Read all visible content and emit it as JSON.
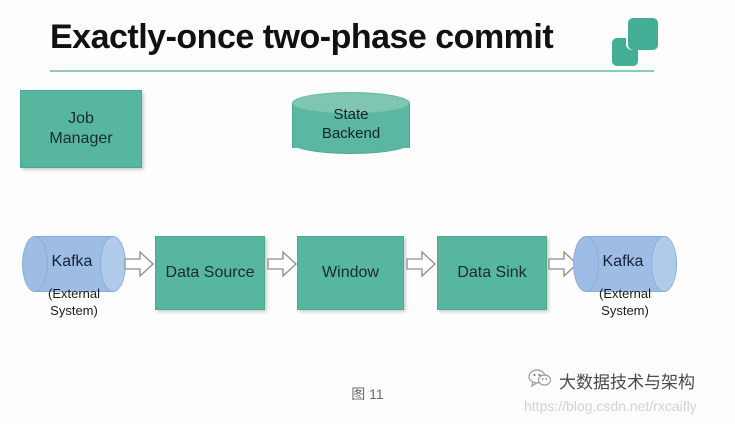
{
  "slide": {
    "title": "Exactly-once two-phase commit",
    "caption": "图 11"
  },
  "logo": {
    "name": "flink-logo",
    "color": "#43ad95"
  },
  "diagram": {
    "job_manager": {
      "label": "Job\nManager",
      "line1": "Job",
      "line2": "Manager",
      "color": "#57b79e"
    },
    "state_backend": {
      "line1": "State",
      "line2": "Backend",
      "color": "#5bb7a2",
      "top_color": "#7fc5b2"
    },
    "pipeline": [
      {
        "id": "kafka-left",
        "type": "cylinder",
        "label": "Kafka",
        "sublabel_line1": "(External",
        "sublabel_line2": "System)",
        "color": "#9dbde4"
      },
      {
        "id": "data-source",
        "type": "box",
        "label": "Data Source",
        "color": "#57b79e"
      },
      {
        "id": "window",
        "type": "box",
        "label": "Window",
        "color": "#57b79e"
      },
      {
        "id": "data-sink",
        "type": "box",
        "label": "Data Sink",
        "color": "#57b79e"
      },
      {
        "id": "kafka-right",
        "type": "cylinder",
        "label": "Kafka",
        "sublabel_line1": "(External",
        "sublabel_line2": "System)",
        "color": "#9dbde4"
      }
    ],
    "arrows": [
      {
        "id": "arrow-1",
        "icon": "block-arrow-right-icon"
      },
      {
        "id": "arrow-2",
        "icon": "block-arrow-right-icon"
      },
      {
        "id": "arrow-3",
        "icon": "block-arrow-right-icon"
      },
      {
        "id": "arrow-4",
        "icon": "block-arrow-right-icon"
      }
    ]
  },
  "watermark": {
    "account": "大数据技术与架构",
    "url": "https://blog.csdn.net/rxcaifly",
    "icon": "wechat-icon"
  }
}
